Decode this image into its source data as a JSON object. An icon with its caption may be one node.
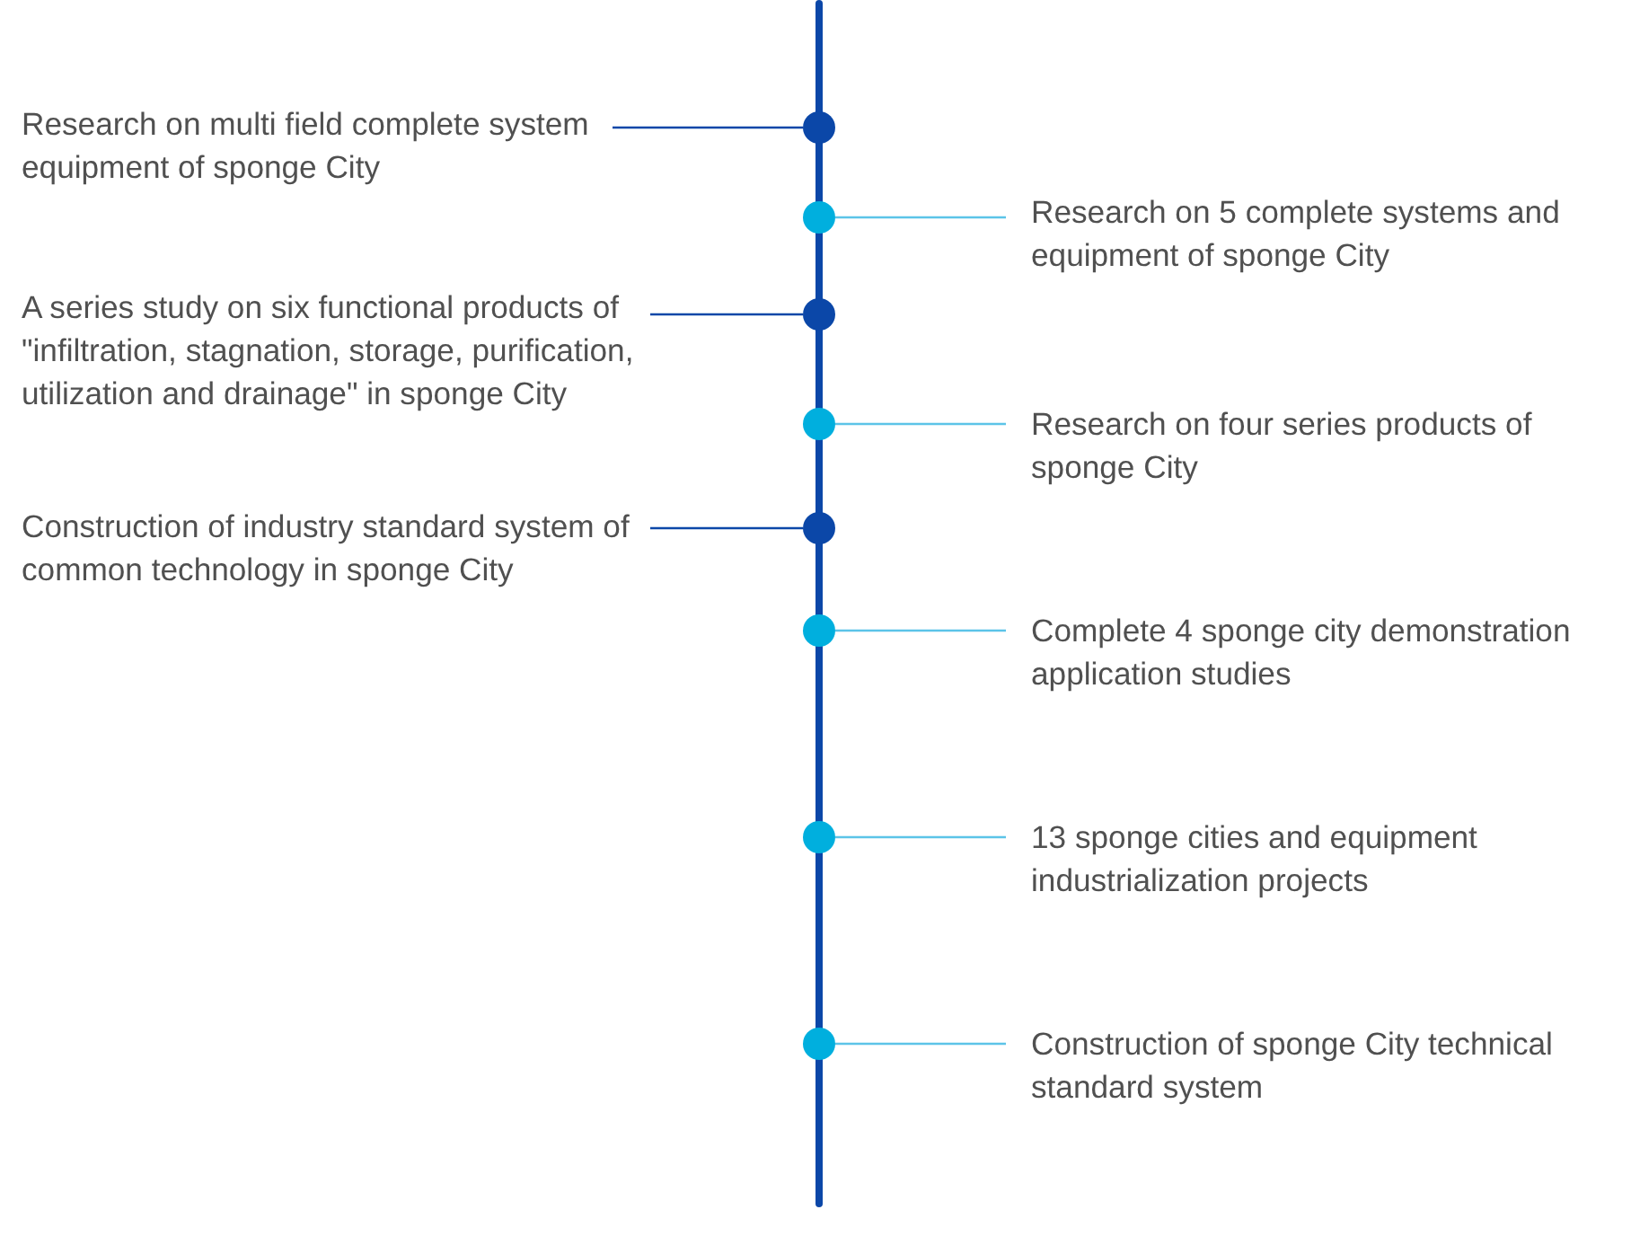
{
  "diagram": {
    "nodes": [
      {
        "text": [
          "Research on multi field complete system equipment of sponge City"
        ]
      },
      {
        "text": [
          "Research on 5 complete systems and equipment of sponge City"
        ]
      },
      {
        "text": [
          "A series study on six functional products of \"infiltration, stagnation, storage, purification, utilization and drainage\" in sponge City"
        ]
      },
      {
        "text": [
          "Research on four series products of sponge City"
        ]
      },
      {
        "text": [
          "Construction of industry standard system of common technology in sponge City"
        ]
      },
      {
        "text": [
          "Complete 4 sponge city demonstration application studies"
        ]
      },
      {
        "text": [
          "13 sponge cities and equipment industrialization projects"
        ]
      },
      {
        "text": [
          "Construction of sponge City technical standard system"
        ]
      },
      {
        "text": [],
        "shape": "circle"
      },
      {
        "text": [],
        "shape": "circle"
      },
      {
        "text": [],
        "shape": "circle"
      },
      {
        "text": [],
        "shape": "circle"
      },
      {
        "text": [],
        "shape": "circle"
      },
      {
        "text": [],
        "shape": "circle"
      },
      {
        "text": [],
        "shape": "circle"
      },
      {
        "text": [],
        "shape": "circle"
      }
    ],
    "edges": [
      {
        "from": 0,
        "to": 8,
        "arrow": "none",
        "color": "#0b47a8"
      },
      {
        "from": 1,
        "to": 9,
        "arrow": "none"
      },
      {
        "from": 2,
        "to": 10,
        "arrow": "none",
        "color": "#0b47a8"
      },
      {
        "from": 3,
        "to": 11,
        "arrow": "none"
      },
      {
        "from": 4,
        "to": 12,
        "arrow": "none",
        "color": "#0b47a8"
      },
      {
        "from": 5,
        "to": 13,
        "arrow": "none"
      },
      {
        "from": 6,
        "to": 14,
        "arrow": "none"
      },
      {
        "from": 7,
        "to": 15,
        "arrow": "none"
      }
    ]
  }
}
